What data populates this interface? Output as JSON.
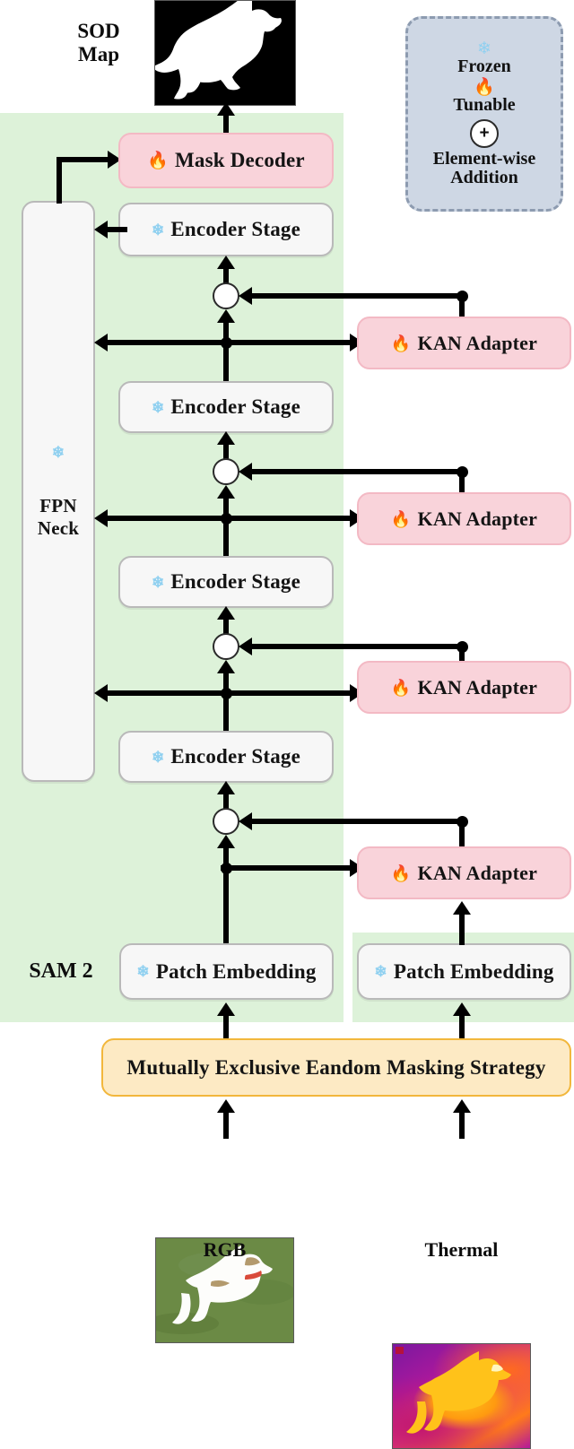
{
  "figure": {
    "title": "SAM 2 KAN-Adapter RGB-Thermal SOD architecture"
  },
  "output": {
    "sod_label_line1": "SOD",
    "sod_label_line2": "Map",
    "sod_map_name": "sod-map-image"
  },
  "legend": {
    "frozen_icon": "❄",
    "frozen_label": "Frozen",
    "tunable_icon": "🔥",
    "tunable_label": "Tunable",
    "addition_icon": "+",
    "addition_label_line1": "Element-wise",
    "addition_label_line2": "Addition"
  },
  "backbone": {
    "panel_label": "SAM 2",
    "fpn": {
      "icon": "❄",
      "line1": "FPN",
      "line2": "Neck"
    },
    "mask_decoder": {
      "icon": "🔥",
      "label": "Mask Decoder"
    },
    "encoder_stages": [
      {
        "icon": "❄",
        "label": "Encoder Stage"
      },
      {
        "icon": "❄",
        "label": "Encoder Stage"
      },
      {
        "icon": "❄",
        "label": "Encoder Stage"
      },
      {
        "icon": "❄",
        "label": "Encoder Stage"
      }
    ],
    "patch_embedding_rgb": {
      "icon": "❄",
      "label": "Patch Embedding"
    },
    "patch_embedding_thermal": {
      "icon": "❄",
      "label": "Patch Embedding"
    },
    "add_nodes": [
      "+",
      "+",
      "+",
      "+"
    ]
  },
  "adapters": [
    {
      "icon": "🔥",
      "label": "KAN Adapter"
    },
    {
      "icon": "🔥",
      "label": "KAN Adapter"
    },
    {
      "icon": "🔥",
      "label": "KAN Adapter"
    },
    {
      "icon": "🔥",
      "label": "KAN Adapter"
    }
  ],
  "masking": {
    "label": "Mutually Exclusive Eandom Masking Strategy"
  },
  "inputs": {
    "rgb_label": "RGB",
    "thermal_label": "Thermal",
    "rgb_image_name": "rgb-input-image",
    "thermal_image_name": "thermal-input-image"
  },
  "colors": {
    "panel_green": "#ddf2d9",
    "block_grey": "#f7f7f7",
    "block_pink": "#f9d3da",
    "block_amber": "#fdeac4",
    "legend_blue_grey": "#ced7e4",
    "arrow_black": "#000000"
  }
}
